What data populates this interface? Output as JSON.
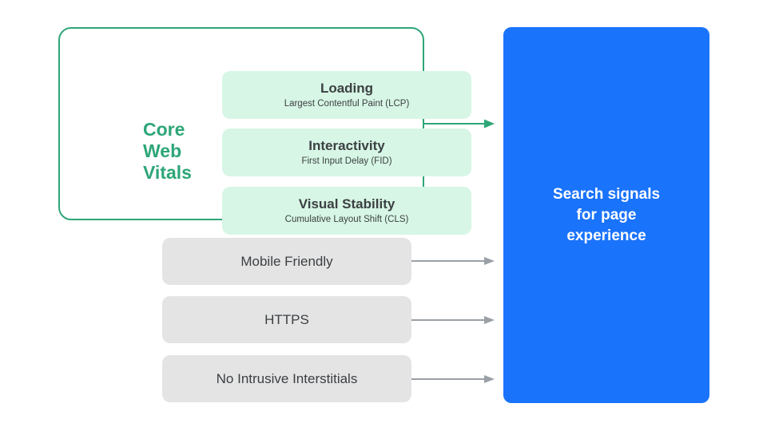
{
  "diagram": {
    "title": "Search signals for page experience",
    "colors": {
      "green_accent": "#2EA678",
      "green_pill_fill": "#D7F6E5",
      "gray_pill_fill": "#E4E4E4",
      "blue_panel": "#1A73FB",
      "text_dark": "#3C4043",
      "arrow_gray": "#9AA0A6",
      "background": "#FFFFFF"
    }
  },
  "core_web_vitals": {
    "group_label_lines": [
      "Core",
      "Web",
      "Vitals"
    ],
    "group_label_text": "Core Web Vitals",
    "vitals": [
      {
        "title": "Loading",
        "subtitle": "Largest Contentful Paint (LCP)",
        "abbr": "LCP"
      },
      {
        "title": "Interactivity",
        "subtitle": "First Input Delay (FID)",
        "abbr": "FID"
      },
      {
        "title": "Visual Stability",
        "subtitle": "Cumulative Layout Shift (CLS)",
        "abbr": "CLS"
      }
    ]
  },
  "other_signals": [
    {
      "label": "Mobile Friendly"
    },
    {
      "label": "HTTPS"
    },
    {
      "label": "No Intrusive Interstitials"
    }
  ],
  "result": {
    "lines": [
      "Search signals",
      "for page",
      "experience"
    ],
    "text": "Search signals for page experience"
  },
  "arrows": {
    "core_web_vitals_arrow": "arrow-right-green",
    "signal_arrows": [
      "arrow-right-gray",
      "arrow-right-gray",
      "arrow-right-gray"
    ]
  }
}
